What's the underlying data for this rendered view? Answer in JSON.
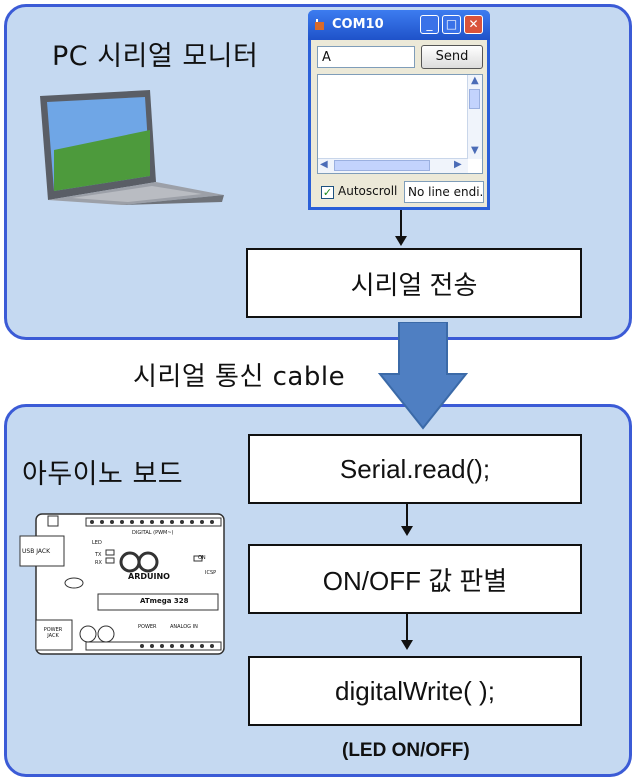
{
  "top_panel": {
    "title": "PC 시리얼 모니터",
    "serial_monitor": {
      "title": "COM10",
      "input_value": "A",
      "send_label": "Send",
      "autoscroll_label": "Autoscroll",
      "autoscroll_checked": true,
      "line_ending": "No line endi..."
    },
    "step": "시리얼 전송"
  },
  "connector_label": "시리얼 통신 cable",
  "bottom_panel": {
    "title": "아두이노 보드",
    "board": {
      "logo_text": "ARDUINO",
      "chip_label": "ATmega 328",
      "usb_label": "USB JACK",
      "power_label": "POWER JACK",
      "digital_label": "DIGITAL (PWM~)",
      "power_header": "POWER",
      "analog_header": "ANALOG IN",
      "led_labels": [
        "LED",
        "TX",
        "RX"
      ],
      "on_label": "ON",
      "icsp_label": "ICSP"
    },
    "steps": [
      "Serial.read();",
      "ON/OFF 값 판별",
      "digitalWrite( );"
    ],
    "note": "(LED ON/OFF)"
  },
  "colors": {
    "panel_fill": "#c5d9f1",
    "panel_border": "#3b5bd6",
    "arrow_fill": "#4f7fc2"
  }
}
